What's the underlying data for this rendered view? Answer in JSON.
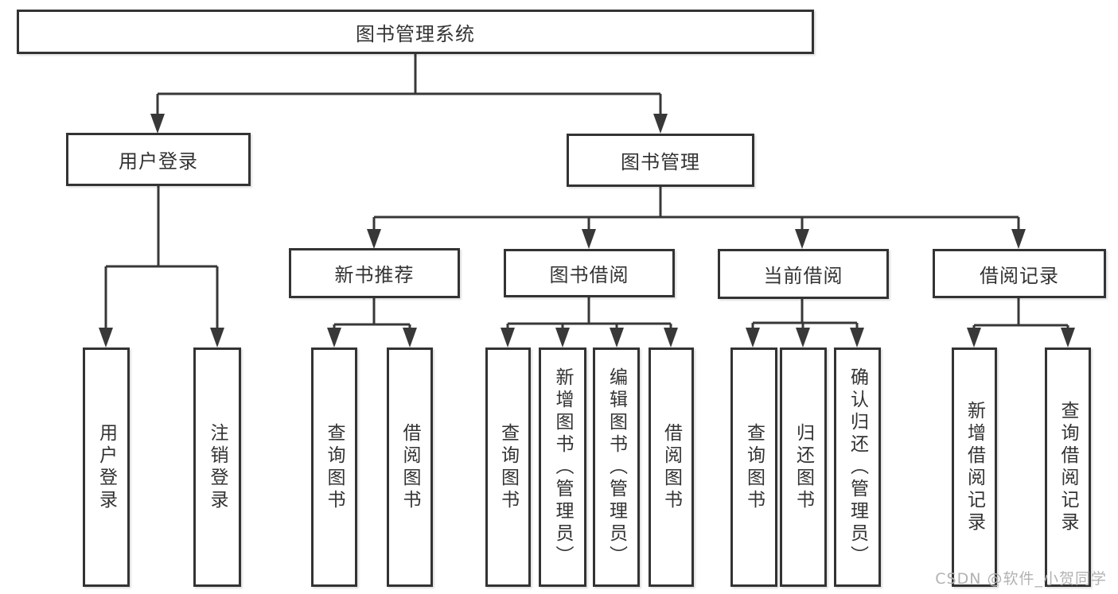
{
  "tree": {
    "root": "图书管理系统",
    "children": [
      {
        "label": "用户登录",
        "children": [
          {
            "label": "用户登录"
          },
          {
            "label": "注销登录"
          }
        ]
      },
      {
        "label": "图书管理",
        "children": [
          {
            "label": "新书推荐",
            "children": [
              {
                "label": "查询图书"
              },
              {
                "label": "借阅图书"
              }
            ]
          },
          {
            "label": "图书借阅",
            "children": [
              {
                "label": "查询图书"
              },
              {
                "label": "新增图书（管理员）"
              },
              {
                "label": "编辑图书（管理员）"
              },
              {
                "label": "借阅图书"
              }
            ]
          },
          {
            "label": "当前借阅",
            "children": [
              {
                "label": "查询图书"
              },
              {
                "label": "归还图书"
              },
              {
                "label": "确认归还（管理员）"
              }
            ]
          },
          {
            "label": "借阅记录",
            "children": [
              {
                "label": "新增借阅记录"
              },
              {
                "label": "查询借阅记录"
              }
            ]
          }
        ]
      }
    ]
  },
  "watermark": {
    "text": "CSDN @软件_小贺同学"
  },
  "colors": {
    "line": "#383838",
    "border": "#333333",
    "text": "#333333",
    "watermark": "#b2b2b2",
    "background": "#ffffff"
  }
}
